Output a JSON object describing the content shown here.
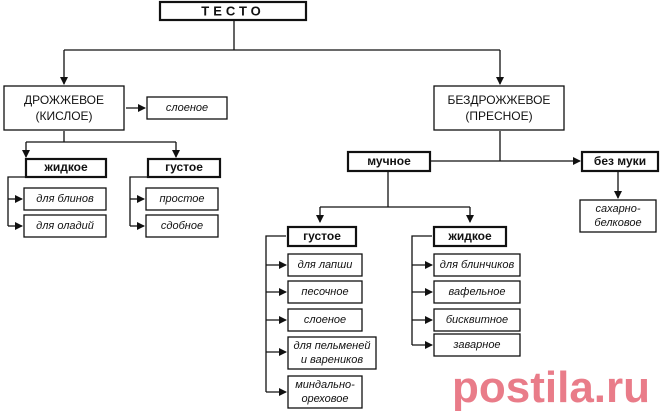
{
  "title": "ТЕСТО",
  "yeast": {
    "label_line1": "ДРОЖЖЕВОЕ",
    "label_line2": "(КИСЛОЕ)",
    "puff": "слоеное",
    "liquid": {
      "label": "жидкое",
      "items": [
        "для блинов",
        "для оладий"
      ]
    },
    "thick": {
      "label": "густое",
      "items": [
        "простое",
        "сдобное"
      ]
    }
  },
  "yeastless": {
    "label_line1": "БЕЗДРОЖЖЕВОЕ",
    "label_line2": "(ПРЕСНОЕ)",
    "flour": {
      "label": "мучное",
      "thick": {
        "label": "густое",
        "items": [
          {
            "line1": "для лапши",
            "line2": ""
          },
          {
            "line1": "песочное",
            "line2": ""
          },
          {
            "line1": "слоеное",
            "line2": ""
          },
          {
            "line1": "для пельменей",
            "line2": "и вареников"
          },
          {
            "line1": "миндально-",
            "line2": "ореховое"
          }
        ]
      },
      "liquid": {
        "label": "жидкое",
        "items": [
          "для блинчиков",
          "вафельное",
          "бисквитное",
          "заварное"
        ]
      }
    },
    "no_flour": {
      "label": "без муки",
      "item_line1": "сахарно-",
      "item_line2": "белковое"
    }
  },
  "watermark": "postila.ru"
}
